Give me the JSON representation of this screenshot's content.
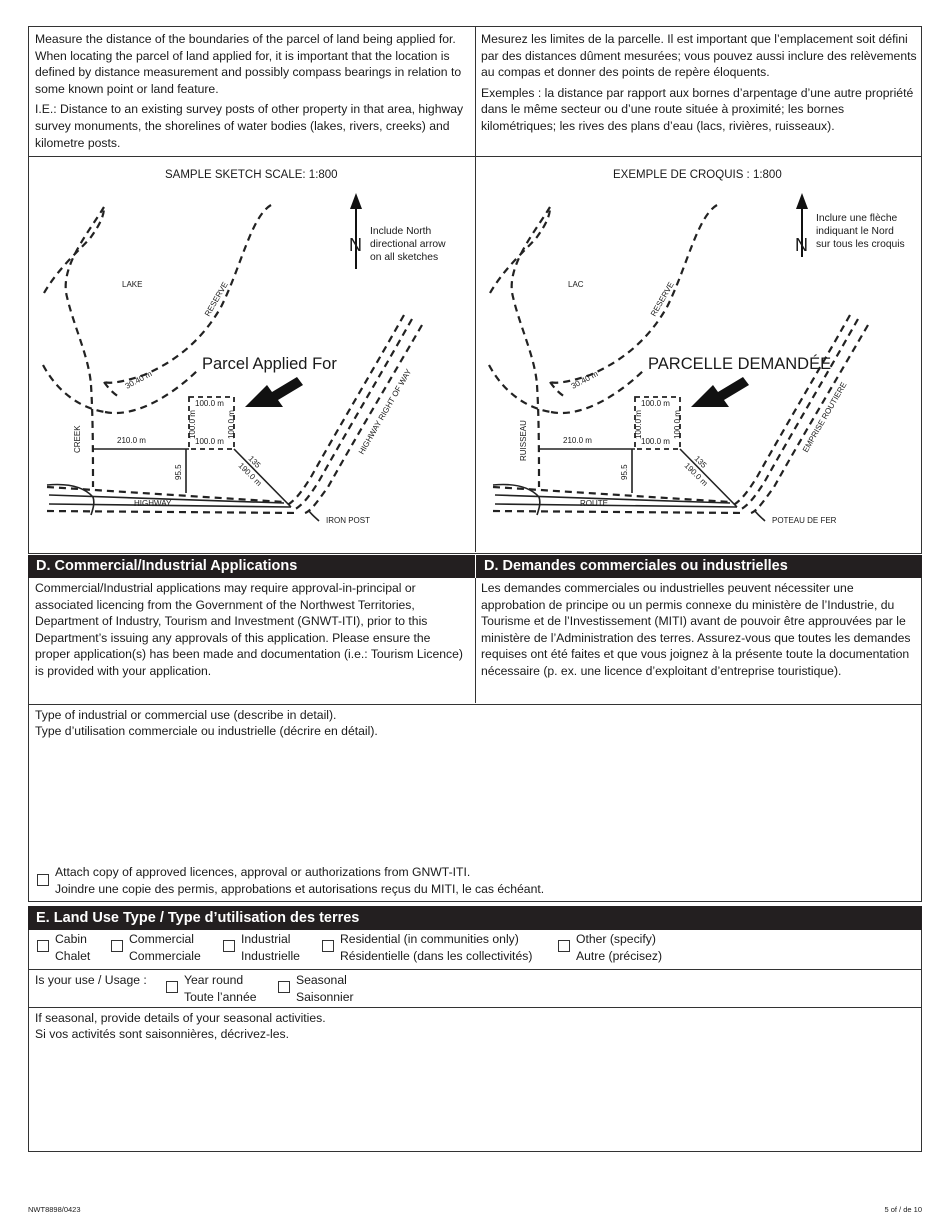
{
  "intro": {
    "en_p1": "Measure the distance of the boundaries of the parcel of land being applied for. When locating the parcel of land applied for, it is important that the location is defined by distance measurement and possibly compass bearings in relation to some known point or land feature.",
    "en_p2": "I.E.: Distance to an existing survey posts of other property in that area, highway survey monuments, the shorelines of water bodies (lakes, rivers, creeks) and kilometre posts.",
    "fr_p1": "Mesurez les limites de la parcelle. Il est important que l’emplacement soit défini par des distances dûment mesurées; vous pouvez aussi inclure des relèvements au compas et donner des points de repère éloquents.",
    "fr_p2": "Exemples : la distance par rapport aux bornes d’arpentage d’une autre propriété dans le même secteur ou d’une route située à proximité; les bornes kilométriques; les rives des plans d’eau (lacs, rivières, ruisseaux)."
  },
  "sketch_en": {
    "title": "SAMPLE SKETCH SCALE: 1:800",
    "north_letter": "N",
    "note_line1": "Include North",
    "note_line2": "directional arrow",
    "note_line3": "on all sketches",
    "lake": "LAKE",
    "reserve": "RESERVE",
    "parcel": "Parcel Applied For",
    "dist_3040": "30.40 m",
    "creek": "CREEK",
    "dist_210": "210.0 m",
    "dist_100_top": "100.0 m",
    "dist_100_mid": "100.0 m",
    "dist_100_left": "100.0 m",
    "dist_100_right": "100.0 m",
    "dist_955": "95.5",
    "dist_135": "135",
    "dist_190": "190.0 m",
    "highway_row": "HIGHWAY RIGHT OF WAY",
    "highway": "HIGHWAY",
    "post": "IRON POST"
  },
  "sketch_fr": {
    "title": "EXEMPLE DE CROQUIS : 1:800",
    "north_letter": "N",
    "note_line1": "Inclure une flèche",
    "note_line2": "indiquant le Nord",
    "note_line3": "sur tous les croquis",
    "lake": "LAC",
    "reserve": "RESERVE",
    "parcel": "PARCELLE DEMANDÉE",
    "dist_3040": "30.40 m",
    "creek": "RUISSEAU",
    "dist_210": "210.0 m",
    "dist_100_top": "100.0 m",
    "dist_100_mid": "100.0 m",
    "dist_100_left": "100.0 m",
    "dist_100_right": "100.0 m",
    "dist_955": "95.5",
    "dist_135": "135",
    "dist_190": "190.0 m",
    "highway_row": "EMPRISE ROUTIERE",
    "highway": "ROUTE",
    "post": "POTEAU DE FER"
  },
  "section_d": {
    "title_en": "D. Commercial/Industrial Applications",
    "title_fr": "D. Demandes commerciales ou industrielles",
    "body_en": "Commercial/Industrial applications may require approval-in-principal or associated licencing from the Government of the Northwest Territories, Department of Industry, Tourism and Investment (GNWT-ITI), prior to this Department’s issuing any approvals of this application. Please ensure the proper application(s) has been made and documentation (i.e.: Tourism Licence) is provided with your application.",
    "body_fr": "Les demandes commerciales ou industrielles peuvent nécessiter une approbation de principe ou un permis connexe du ministère de l’Industrie, du Tourisme et de l’Investissement (MITI) avant de pouvoir être approuvées par le ministère de l’Administration des terres. Assurez-vous que toutes les demandes requises ont été faites et que vous joignez à la présente toute la documentation nécessaire (p. ex. une licence d’exploitant d’entreprise touristique).",
    "use_label_en": "Type of industrial or commercial use (describe in detail).",
    "use_label_fr": "Type d’utilisation commerciale ou industrielle (décrire en détail).",
    "use_value": "",
    "attach_en": "Attach copy of approved licences, approval or authorizations from GNWT-ITI.",
    "attach_fr": "Joindre une copie des permis, approbations et autorisations reçus du MITI, le cas échéant."
  },
  "section_e": {
    "title": "E. Land Use Type / Type d’utilisation des terres",
    "types": [
      {
        "en": "Cabin",
        "fr": "Chalet"
      },
      {
        "en": "Commercial",
        "fr": "Commerciale"
      },
      {
        "en": "Industrial",
        "fr": "Industrielle"
      },
      {
        "en": "Residential (in communities only)",
        "fr": "Résidentielle (dans les collectivités)"
      },
      {
        "en": "Other (specify)",
        "fr": "Autre (précisez)"
      }
    ],
    "usage_label": "Is your use / Usage :",
    "usage": [
      {
        "en": "Year round",
        "fr": "Toute l’année"
      },
      {
        "en": "Seasonal",
        "fr": "Saisonnier"
      }
    ],
    "seasonal_en": "If seasonal, provide details of your seasonal activities.",
    "seasonal_fr": "Si vos activités sont saisonnières, décrivez-les.",
    "seasonal_value": ""
  },
  "footer": {
    "form_id": "NWT8898/0423",
    "page": "5 of / de 10"
  }
}
